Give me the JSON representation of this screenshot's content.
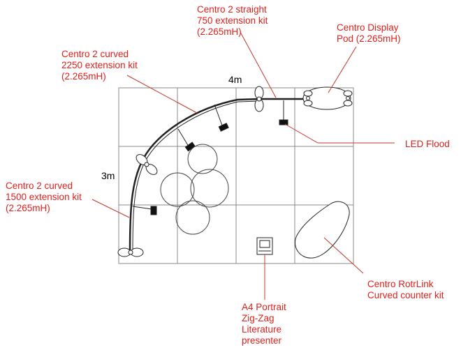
{
  "diagram": {
    "dimensions": {
      "width_label": "4m",
      "height_label": "3m"
    },
    "callouts": [
      {
        "id": "straight-kit",
        "text": "Centro 2 straight\n750 extension kit\n(2.265mH)"
      },
      {
        "id": "display-pod",
        "text": "Centro Display\nPod (2.265mH)"
      },
      {
        "id": "curved-2250",
        "text": "Centro 2 curved\n2250 extension kit\n(2.265mH)"
      },
      {
        "id": "led-flood",
        "text": "LED Flood"
      },
      {
        "id": "curved-1500",
        "text": "Centro 2 curved\n1500 extension kit\n(2.265mH)"
      },
      {
        "id": "rotrlink",
        "text": "Centro RotrLink\nCurved counter kit"
      },
      {
        "id": "a4-presenter",
        "text": "A4 Portrait\nZig-Zag\nLiterature\npresenter"
      }
    ],
    "colors": {
      "callout_text": "#e0201b",
      "leader_line": "#c0392b",
      "grid": "#8a8a8a",
      "drawing": "#222222"
    }
  }
}
